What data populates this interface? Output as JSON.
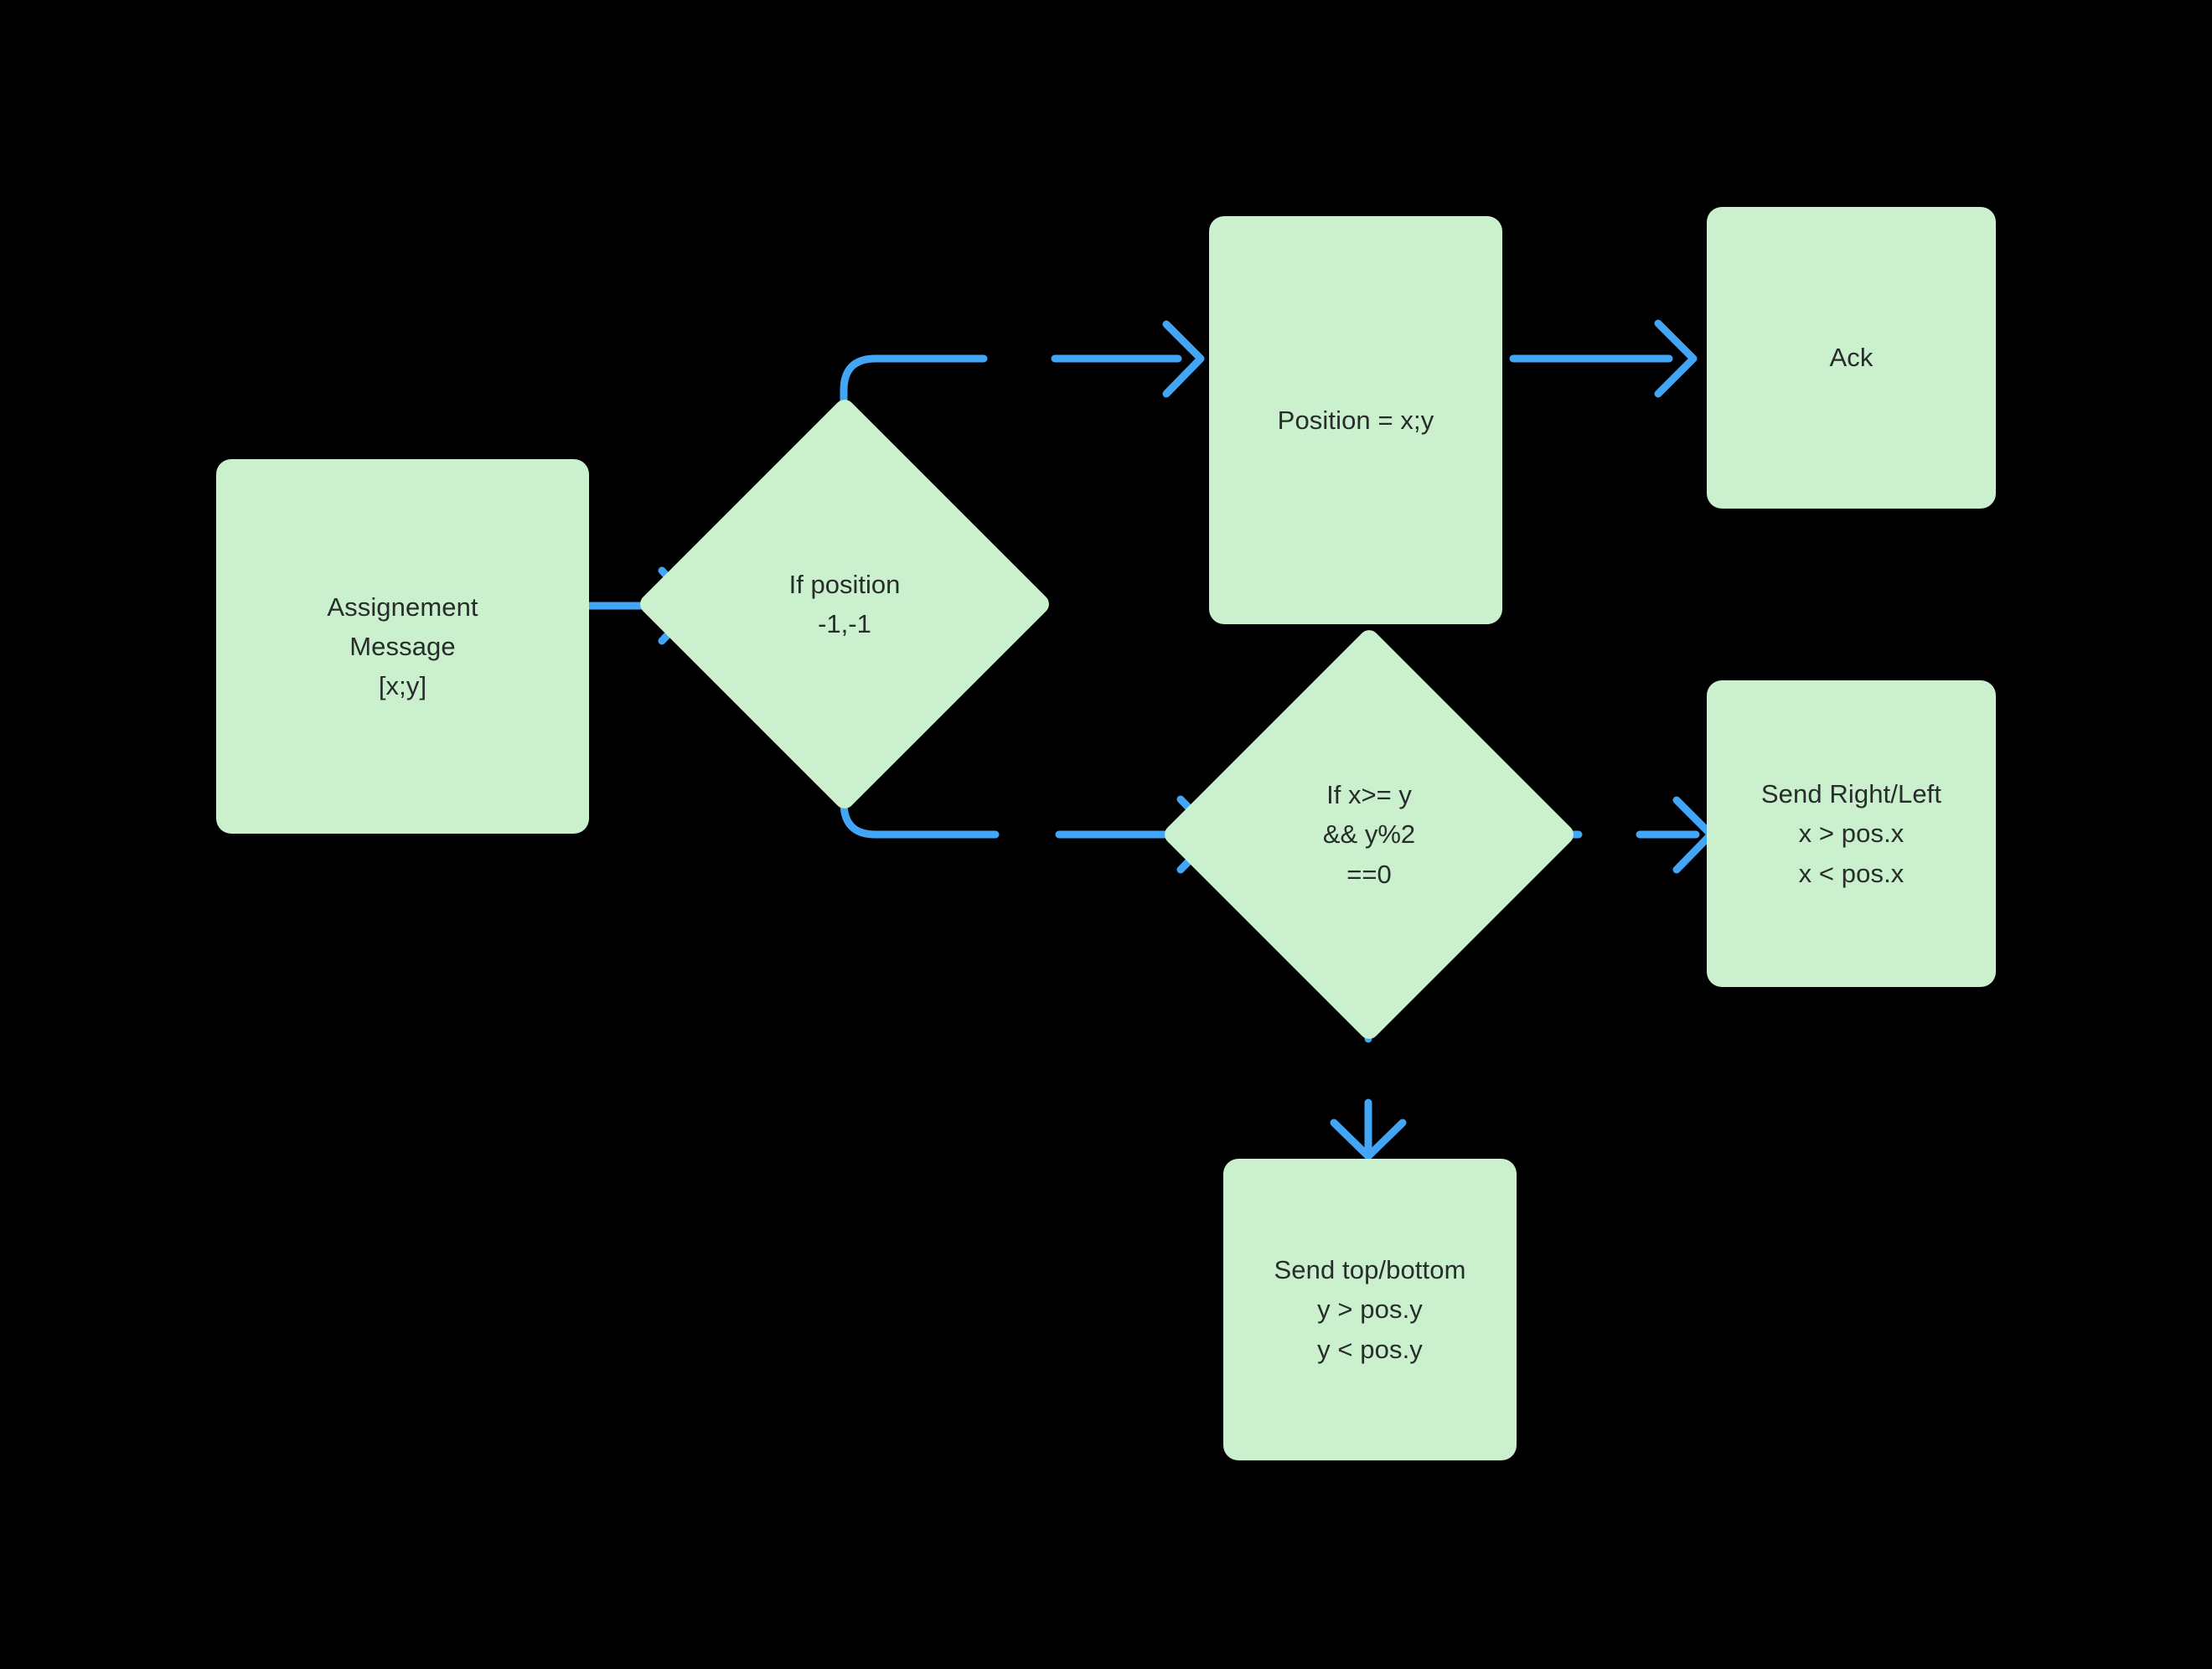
{
  "diagram": {
    "title": "Assignment message routing flowchart",
    "background_color": "#000000",
    "node_fill_color": "#caf0cd",
    "node_text_color": "#272d2b",
    "edge_color": "#42a5f5",
    "nodes": [
      {
        "id": "assignement-message",
        "shape": "rounded-rect",
        "label": "Assignement\nMessage\n[x;y]"
      },
      {
        "id": "if-position",
        "shape": "diamond",
        "label": "If position\n-1,-1"
      },
      {
        "id": "position-assign",
        "shape": "rounded-rect",
        "label": "Position = x;y"
      },
      {
        "id": "ack",
        "shape": "rounded-rect",
        "label": "Ack"
      },
      {
        "id": "if-x-ge-y",
        "shape": "diamond",
        "label": "If x>= y\n&& y%2\n==0"
      },
      {
        "id": "send-right-left",
        "shape": "rounded-rect",
        "label": "Send Right/Left\nx > pos.x\nx < pos.x"
      },
      {
        "id": "send-top-bottom",
        "shape": "rounded-rect",
        "label": "Send top/bottom\ny > pos.y\ny < pos.y"
      }
    ],
    "edges": [
      {
        "id": "edge-message-to-if-position",
        "from": "assignement-message",
        "to": "if-position",
        "style": "solid",
        "arrow": true
      },
      {
        "id": "edge-if-position-to-position-assign",
        "from": "if-position",
        "to": "position-assign",
        "style": "dashed-elbow-up",
        "arrow": true
      },
      {
        "id": "edge-position-assign-to-ack",
        "from": "position-assign",
        "to": "ack",
        "style": "solid",
        "arrow": true
      },
      {
        "id": "edge-if-position-to-if-x-ge-y",
        "from": "if-position",
        "to": "if-x-ge-y",
        "style": "dashed-elbow-down",
        "arrow": true
      },
      {
        "id": "edge-if-x-ge-y-to-send-right-left",
        "from": "if-x-ge-y",
        "to": "send-right-left",
        "style": "dashed",
        "arrow": true
      },
      {
        "id": "edge-if-x-ge-y-to-send-top-bottom",
        "from": "if-x-ge-y",
        "to": "send-top-bottom",
        "style": "dashed-vertical",
        "arrow": true
      }
    ]
  }
}
